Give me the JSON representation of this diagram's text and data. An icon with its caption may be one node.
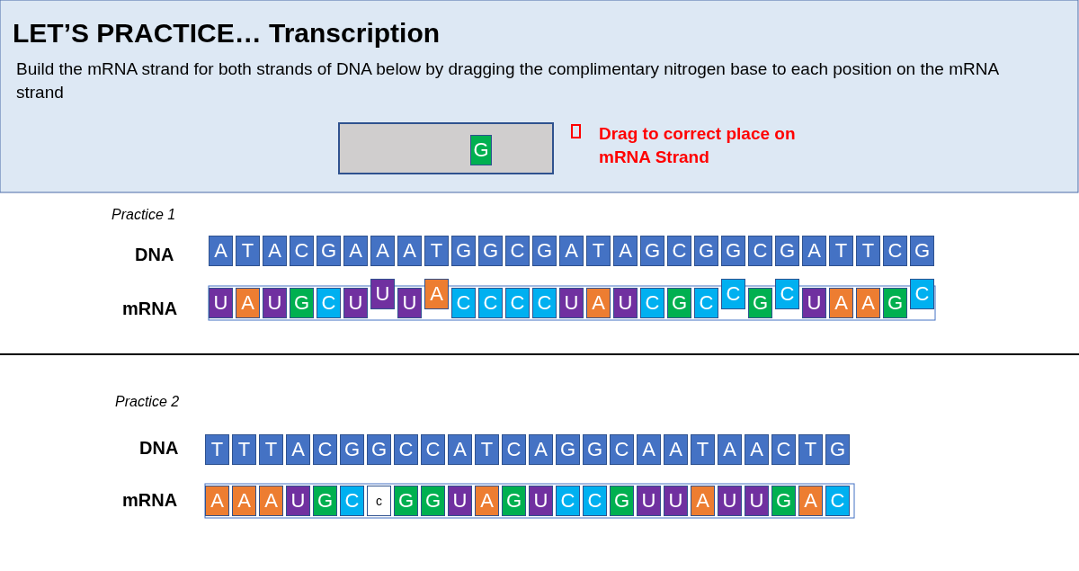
{
  "diagram": {
    "title": "LET’S PRACTICE… Transcription",
    "nodes": [
      {
        "text": [],
        "shape": "box"
      },
      {
        "text": [
          "G"
        ],
        "in": 0
      },
      {
        "text": [
          "A"
        ]
      },
      {
        "text": [
          "T"
        ]
      },
      {
        "text": [
          "A"
        ]
      },
      {
        "text": [
          "C"
        ]
      },
      {
        "text": [
          "G"
        ]
      },
      {
        "text": [
          "A"
        ]
      },
      {
        "text": [
          "A"
        ]
      },
      {
        "text": [
          "A"
        ]
      },
      {
        "text": [
          "T"
        ]
      },
      {
        "text": [
          "G"
        ]
      },
      {
        "text": [
          "G"
        ]
      },
      {
        "text": [
          "C"
        ]
      },
      {
        "text": [
          "G"
        ]
      },
      {
        "text": [
          "A"
        ]
      },
      {
        "text": [
          "T"
        ]
      },
      {
        "text": [
          "A"
        ]
      },
      {
        "text": [
          "G"
        ]
      },
      {
        "text": [
          "C"
        ]
      },
      {
        "text": [
          "G"
        ]
      },
      {
        "text": [
          "G"
        ]
      },
      {
        "text": [
          "C"
        ]
      },
      {
        "text": [
          "G"
        ]
      },
      {
        "text": [
          "A"
        ]
      },
      {
        "text": [
          "T"
        ]
      },
      {
        "text": [
          "T"
        ]
      },
      {
        "text": [
          "C"
        ]
      },
      {
        "text": [
          "G"
        ]
      },
      {
        "text": [
          "U"
        ]
      },
      {
        "text": [
          "A"
        ]
      },
      {
        "text": [
          "U"
        ]
      },
      {
        "text": [
          "G"
        ]
      },
      {
        "text": [
          "C"
        ]
      },
      {
        "text": [
          "U"
        ]
      },
      {
        "text": [
          "U"
        ]
      },
      {
        "text": [
          "U"
        ]
      },
      {
        "text": [
          "A"
        ]
      },
      {
        "text": [
          "C"
        ]
      },
      {
        "text": [
          "C"
        ]
      },
      {
        "text": [
          "C"
        ]
      },
      {
        "text": [
          "C"
        ]
      },
      {
        "text": [
          "U"
        ]
      },
      {
        "text": [
          "A"
        ]
      },
      {
        "text": [
          "U"
        ]
      },
      {
        "text": [
          "C"
        ]
      },
      {
        "text": [
          "G"
        ]
      },
      {
        "text": [
          "C"
        ]
      },
      {
        "text": [
          "C"
        ]
      },
      {
        "text": [
          "G"
        ]
      },
      {
        "text": [
          "C"
        ]
      },
      {
        "text": [
          "U"
        ]
      },
      {
        "text": [
          "A"
        ]
      },
      {
        "text": [
          "A"
        ]
      },
      {
        "text": [
          "G"
        ]
      },
      {
        "text": [
          "C"
        ]
      },
      {
        "text": [
          "T"
        ]
      },
      {
        "text": [
          "T"
        ]
      },
      {
        "text": [
          "T"
        ]
      },
      {
        "text": [
          "A"
        ]
      },
      {
        "text": [
          "C"
        ]
      },
      {
        "text": [
          "G"
        ]
      },
      {
        "text": [
          "G"
        ]
      },
      {
        "text": [
          "C"
        ]
      },
      {
        "text": [
          "C"
        ]
      },
      {
        "text": [
          "A"
        ]
      },
      {
        "text": [
          "T"
        ]
      },
      {
        "text": [
          "C"
        ]
      },
      {
        "text": [
          "A"
        ]
      },
      {
        "text": [
          "G"
        ]
      },
      {
        "text": [
          "G"
        ]
      },
      {
        "text": [
          "C"
        ]
      },
      {
        "text": [
          "A"
        ]
      },
      {
        "text": [
          "A"
        ]
      },
      {
        "text": [
          "T"
        ]
      },
      {
        "text": [
          "A"
        ]
      },
      {
        "text": [
          "A"
        ]
      },
      {
        "text": [
          "C"
        ]
      },
      {
        "text": [
          "T"
        ]
      },
      {
        "text": [
          "G"
        ]
      },
      {
        "text": [
          "A"
        ]
      },
      {
        "text": [
          "A"
        ]
      },
      {
        "text": [
          "A"
        ]
      },
      {
        "text": [
          "U"
        ]
      },
      {
        "text": [
          "G"
        ]
      },
      {
        "text": [
          "C"
        ]
      },
      {
        "text": [
          "c"
        ]
      },
      {
        "text": [
          "G"
        ]
      },
      {
        "text": [
          "G"
        ]
      },
      {
        "text": [
          "U"
        ]
      },
      {
        "text": [
          "A"
        ]
      },
      {
        "text": [
          "G"
        ]
      },
      {
        "text": [
          "U"
        ]
      },
      {
        "text": [
          "C"
        ]
      },
      {
        "text": [
          "C"
        ]
      },
      {
        "text": [
          "G"
        ]
      },
      {
        "text": [
          "U"
        ]
      },
      {
        "text": [
          "U"
        ]
      },
      {
        "text": [
          "A"
        ]
      },
      {
        "text": [
          "U"
        ]
      },
      {
        "text": [
          "U"
        ]
      },
      {
        "text": [
          "G"
        ]
      },
      {
        "text": [
          "A"
        ]
      },
      {
        "text": [
          "C"
        ]
      }
    ],
    "labels": [
      "Build the mRNA strand for both strands of DNA below by dragging the complimentary nitrogen base to each position on the mRNA strand",
      "Drag to correct place on mRNA Strand",
      "Practice 1",
      "DNA",
      "mRNA",
      "Practice 2",
      "DNA",
      "mRNA"
    ]
  }
}
